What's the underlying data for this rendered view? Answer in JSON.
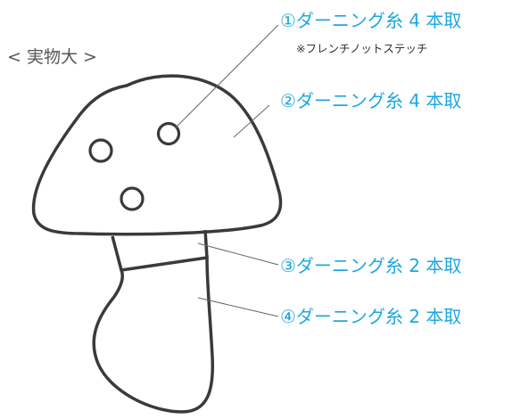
{
  "scale_label": "< 実物大 >",
  "callouts": [
    {
      "text": "①ダーニング糸 4 本取",
      "note": "※フレンチノットステッチ"
    },
    {
      "text": "②ダーニング糸 4 本取"
    },
    {
      "text": "③ダーニング糸 2 本取"
    },
    {
      "text": "④ダーニング糸 2 本取"
    }
  ],
  "colors": {
    "callout_text": "#1ea7e1",
    "outline": "#3a3a3a",
    "leader": "#666666"
  }
}
